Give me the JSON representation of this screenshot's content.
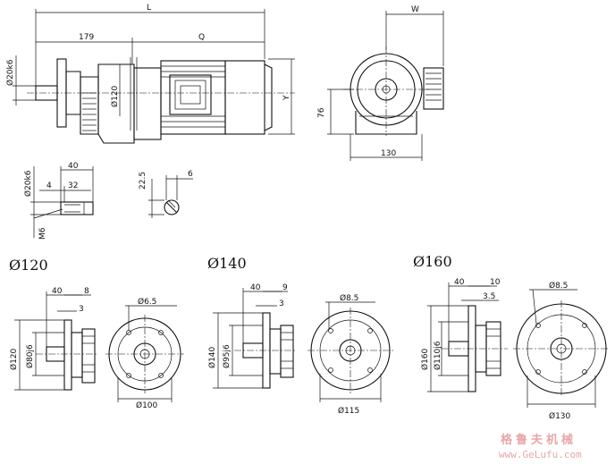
{
  "main_view": {
    "dim_L": "L",
    "dim_179": "179",
    "dim_Q": "Q",
    "dim_shaft_dia": "Ø20k6",
    "dim_flange_dia": "Ø120",
    "dim_Y": "Y",
    "dim_W": "W",
    "dim_76": "76",
    "dim_130": "130"
  },
  "shaft_detail": {
    "dim_40": "40",
    "dim_4": "4",
    "dim_32": "32",
    "dim_dia": "Ø20k6",
    "dim_thread": "M6",
    "dim_22_5": "22.5",
    "dim_6": "6"
  },
  "flanges": [
    {
      "header": "Ø120",
      "dim_40": "40",
      "dim_t": "8",
      "dim_3": "3",
      "dim_outer": "Ø120",
      "dim_pilot": "Ø80j6",
      "dim_hole": "Ø6.5",
      "dim_pcd": "Ø100"
    },
    {
      "header": "Ø140",
      "dim_40": "40",
      "dim_t": "9",
      "dim_3": "3",
      "dim_outer": "Ø140",
      "dim_pilot": "Ø95j6",
      "dim_hole": "Ø8.5",
      "dim_pcd": "Ø115"
    },
    {
      "header": "Ø160",
      "dim_40": "40",
      "dim_t": "10",
      "dim_3": "3.5",
      "dim_outer": "Ø160",
      "dim_pilot": "Ø110j6",
      "dim_hole": "Ø8.5",
      "dim_pcd": "Ø130"
    }
  ],
  "watermark": {
    "cn": "格鲁夫机械",
    "url": "www.GeLufu.com"
  }
}
